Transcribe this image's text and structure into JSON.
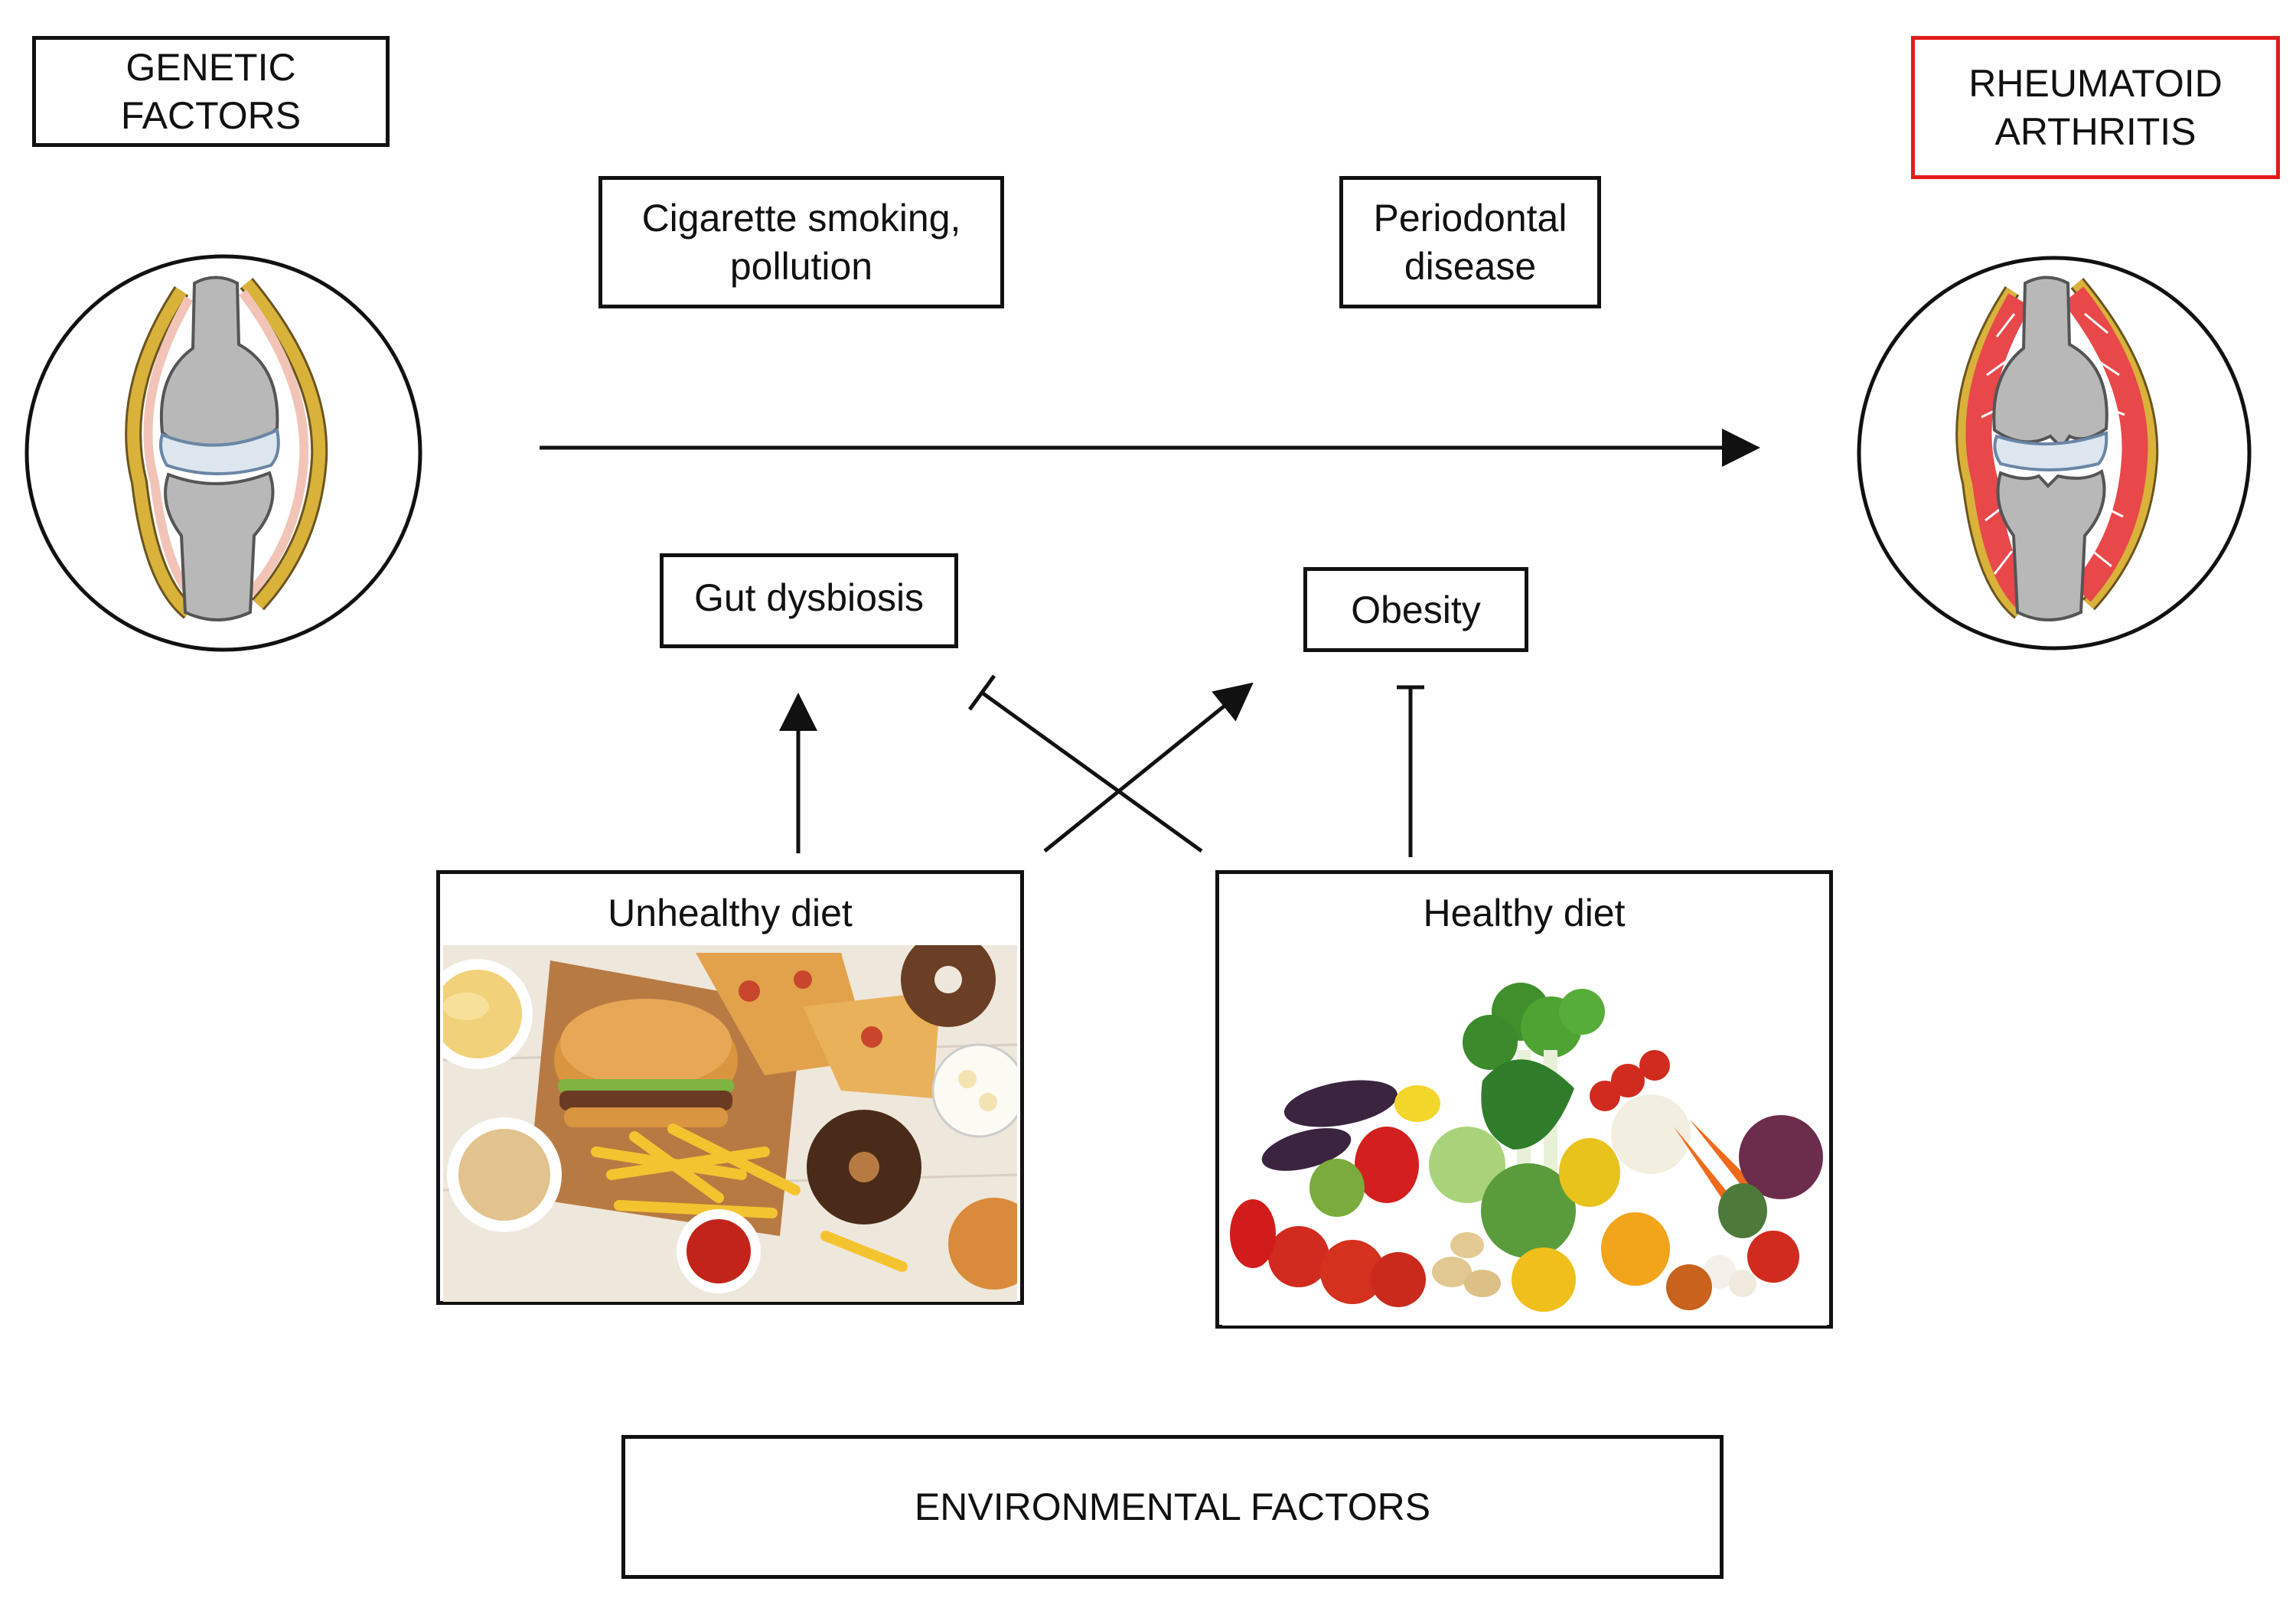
{
  "boxes": {
    "genetic": "GENETIC\nFACTORS",
    "ra": "RHEUMATOID\nARTHRITIS",
    "smoking": "Cigarette smoking,\npollution",
    "periodontal": "Periodontal\ndisease",
    "gut": "Gut dysbiosis",
    "obesity": "Obesity",
    "environmental": "ENVIRONMENTAL FACTORS"
  },
  "diets": {
    "unhealthy": "Unhealthy diet",
    "healthy": "Healthy diet"
  },
  "colors": {
    "line": "#111111",
    "ra_border": "#e21b1b",
    "bone": "#b8b8b8",
    "capsule": "#d9b23a",
    "synovium_healthy": "#f2c4b8",
    "synovium_inflamed": "#e8484a"
  }
}
